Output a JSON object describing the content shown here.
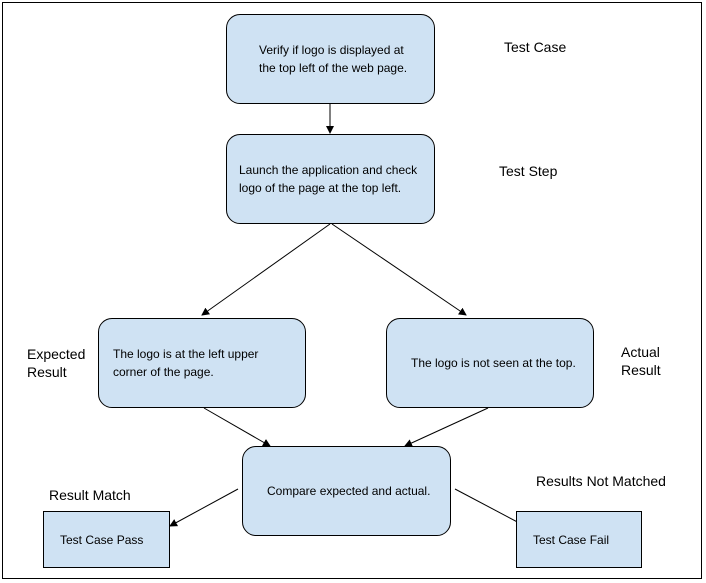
{
  "nodes": {
    "test_case_box": "Verify if logo is displayed at the top left of the web page.",
    "test_step_box": "Launch the application and check logo of the page at the top left.",
    "expected_box": "The logo is at the left upper corner of the page.",
    "actual_box": "The logo is not seen at the top.",
    "compare_box": "Compare expected and actual.",
    "pass_box": "Test Case Pass",
    "fail_box": "Test Case Fail"
  },
  "labels": {
    "test_case": "Test Case",
    "test_step": "Test Step",
    "expected_1": "Expected",
    "expected_2": "Result",
    "actual_1": "Actual",
    "actual_2": "Result",
    "result_match": "Result Match",
    "results_not_matched": "Results Not Matched"
  },
  "colors": {
    "box_fill": "#cfe2f3",
    "stroke": "#000000"
  }
}
